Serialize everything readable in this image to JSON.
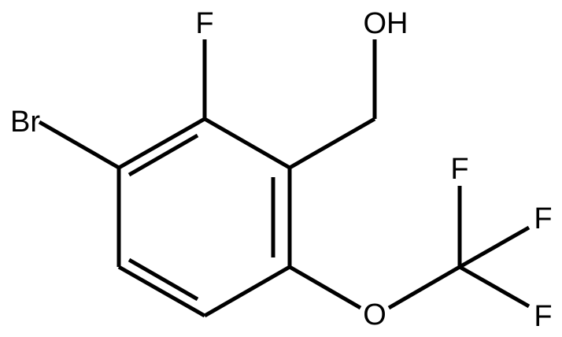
{
  "structure": {
    "atoms": {
      "hydroxyl": "OH",
      "fluoro": "F",
      "bromo": "Br",
      "ether_oxygen": "O",
      "cf3_fluorine_top": "F",
      "cf3_fluorine_right": "F",
      "cf3_fluorine_bottom": "F"
    }
  },
  "colors": {
    "bond": "#000000",
    "label": "#000000",
    "background": "#ffffff"
  }
}
